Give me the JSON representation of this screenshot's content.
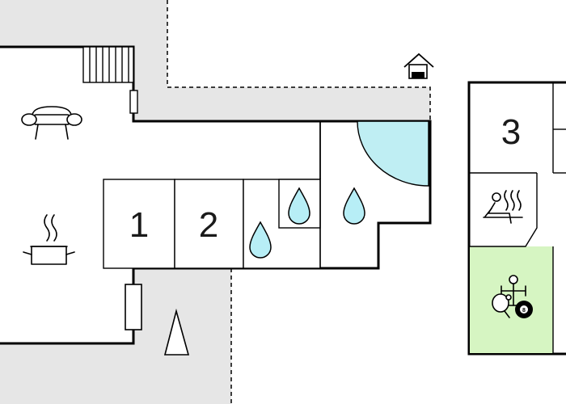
{
  "rooms": {
    "bedroom_1": "1",
    "bedroom_2": "2",
    "bedroom_3": "3"
  },
  "colors": {
    "terrace": "#e6e6e6",
    "pool": "#bfeef3",
    "activity_room": "#d6f5c2",
    "water": "#b7eef6",
    "wall": "#000000"
  },
  "icons": [
    "sofa-icon",
    "cooking-pot-icon",
    "water-drop-icon",
    "sauna-icon",
    "table-tennis-icon",
    "billiard-ball-icon",
    "table-football-icon",
    "doghouse-icon",
    "north-arrow-icon",
    "stairs-icon"
  ]
}
